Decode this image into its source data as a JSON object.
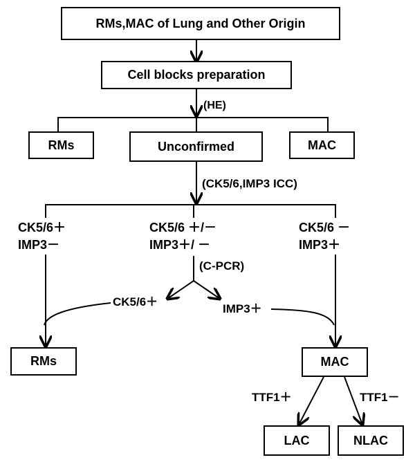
{
  "boxes": {
    "top": "RMs,MAC of Lung and Other Origin",
    "cell_blocks": "Cell blocks preparation",
    "rms": "RMs",
    "unconfirmed": "Unconfirmed",
    "mac": "MAC",
    "rms_result": "RMs",
    "mac_result": "MAC",
    "lac": "LAC",
    "nlac": "NLAC"
  },
  "edge_labels": {
    "he": "(HE)",
    "icc": "(CK5/6,IMP3 ICC)",
    "cpcr": "(C-PCR)",
    "ck56_pos_pcr": "CK5/6＋",
    "imp3_pos_pcr": "IMP3＋",
    "ttf1_pos": "TTF1＋",
    "ttf1_neg": "TTF1－"
  },
  "groups": {
    "left": {
      "line1": "CK5/6＋",
      "line2": "IMP3－"
    },
    "middle": {
      "line1": "CK5/6 ＋/－",
      "line2": "IMP3＋/ －"
    },
    "right": {
      "line1": "CK5/6 －",
      "line2": "IMP3＋"
    }
  }
}
